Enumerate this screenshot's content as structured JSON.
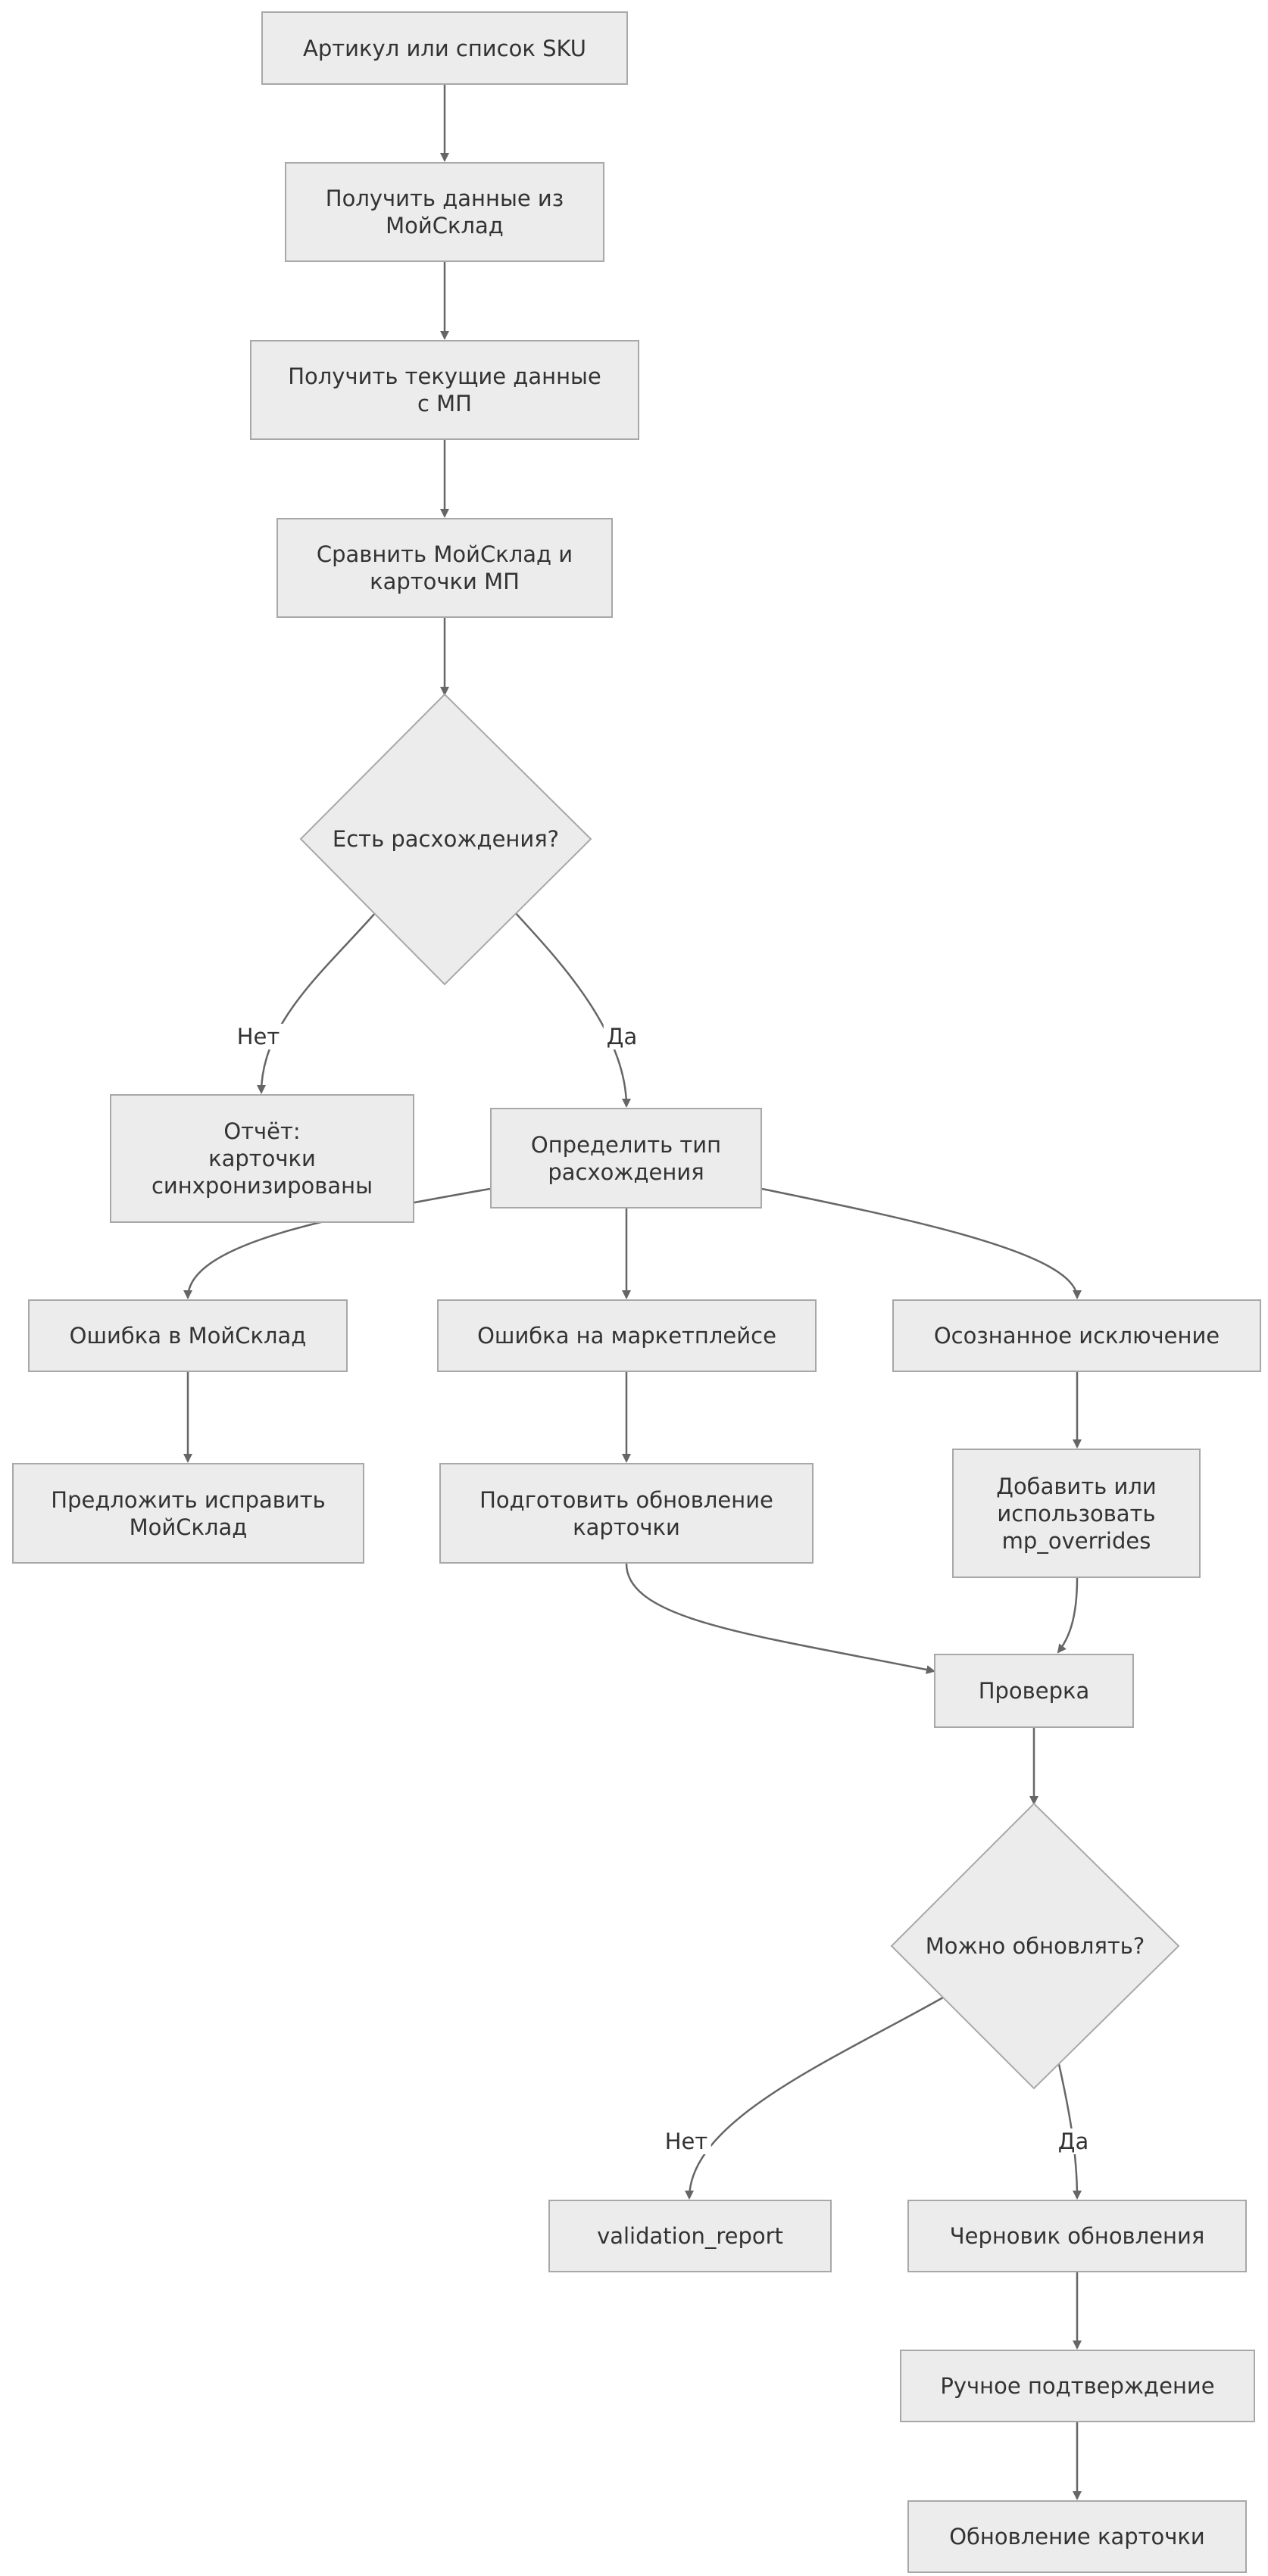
{
  "colors": {
    "node_fill": "#ececec",
    "node_border": "#a8a8a8",
    "edge": "#666666",
    "text": "#333333"
  },
  "nodes": {
    "input": "Артикул или список SKU",
    "get_moysklad": "Получить данные из\nМойСклад",
    "get_mp": "Получить текущие данные\nс МП",
    "compare": "Сравнить МойСклад и\nкарточки МП",
    "diff_decision": "Есть расхождения?",
    "report_synced": "Отчёт:\nкарточки\nсинхронизированы",
    "determine_type": "Определить тип\nрасхождения",
    "err_moysklad": "Ошибка в МойСклад",
    "err_marketplace": "Ошибка на маркетплейсе",
    "intentional": "Осознанное исключение",
    "suggest_fix": "Предложить исправить\nМойСклад",
    "prepare_update": "Подготовить обновление\nкарточки",
    "overrides": "Добавить или\nиспользовать\nmp_overrides",
    "check": "Проверка",
    "can_update": "Можно обновлять?",
    "validation_report": "validation_report",
    "draft": "Черновик обновления",
    "manual_confirm": "Ручное подтверждение",
    "card_update": "Обновление карточки"
  },
  "edge_labels": {
    "diff_no": "Нет",
    "diff_yes": "Да",
    "update_no": "Нет",
    "update_yes": "Да"
  }
}
